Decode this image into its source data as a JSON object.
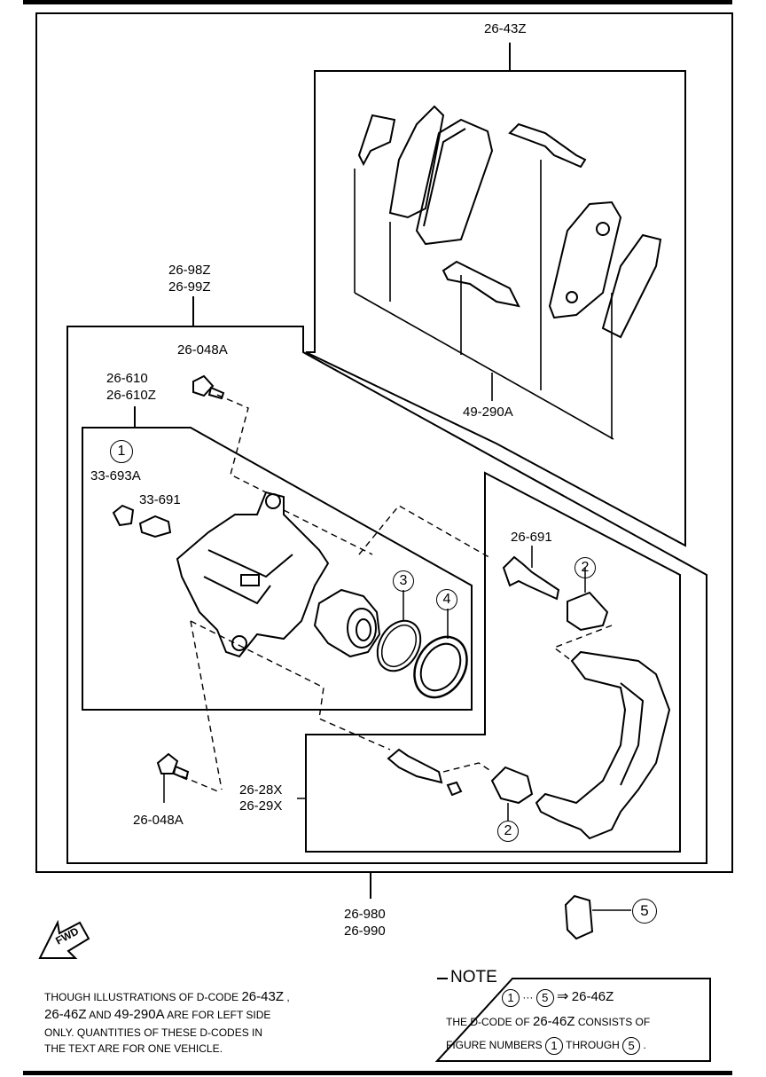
{
  "labels": {
    "pad_kit": "26-43Z",
    "caliper_assy_1": "26-98Z",
    "caliper_assy_2": "26-99Z",
    "bolt_top": "26-048A",
    "caliper_1": "26-610",
    "caliper_2": "26-610Z",
    "bleeder_cap": "33-693A",
    "bleeder_screw": "33-691",
    "shim_kit": "49-290A",
    "guide_pin_top": "26-691",
    "guide_pin_lower_1": "26-28X",
    "guide_pin_lower_2": "26-29X",
    "bolt_bottom": "26-048A",
    "brake_assy_1": "26-980",
    "brake_assy_2": "26-990"
  },
  "callouts": {
    "c1": "1",
    "c2_top": "2",
    "c2_bottom": "2",
    "c3": "3",
    "c4": "4",
    "c5": "5"
  },
  "fwd": "FWD",
  "footnote": {
    "l1a": "THOUGH ILLUSTRATIONS OF D-CODE ",
    "l1b": "26-43Z",
    "l1c": " ,",
    "l2a": "26-46Z",
    "l2b": " AND ",
    "l2c": "49-290A",
    "l2d": " ARE FOR LEFT SIDE",
    "l3": "ONLY. QUANTITIES OF THESE D-CODES IN",
    "l4": "THE TEXT ARE FOR ONE VEHICLE."
  },
  "note": {
    "title": "NOTE",
    "range_from": "1",
    "range_dots": "···",
    "range_to": "5",
    "arrow": "⇒",
    "kit_code": "26-46Z",
    "line2a": "THE D-CODE OF ",
    "line2b": "26-46Z",
    "line2c": " CONSISTS OF",
    "line3a": "FIGURE NUMBERS",
    "line3b": "1",
    "line3c": "THROUGH",
    "line3d": "5",
    "line3e": "."
  }
}
